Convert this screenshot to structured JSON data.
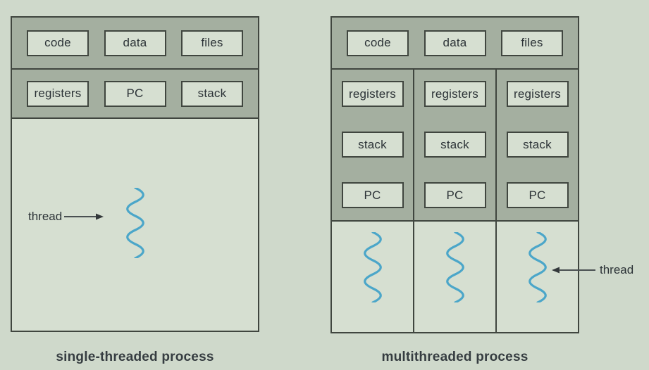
{
  "figure": {
    "left_panel": {
      "shared_row": [
        "code",
        "data",
        "files"
      ],
      "per_thread_row": [
        "registers",
        "PC",
        "stack"
      ],
      "thread_label": "thread",
      "caption": "single-threaded process"
    },
    "right_panel": {
      "shared_row": [
        "code",
        "data",
        "files"
      ],
      "thread_columns": [
        {
          "items": [
            "registers",
            "stack",
            "PC"
          ]
        },
        {
          "items": [
            "registers",
            "stack",
            "PC"
          ]
        },
        {
          "items": [
            "registers",
            "stack",
            "PC"
          ]
        }
      ],
      "thread_label": "thread",
      "caption": "multithreaded process"
    }
  },
  "colors": {
    "page_background": "#cfd9cb",
    "process_band": "#a4afa0",
    "box_fill": "#d6dfd1",
    "border": "#40463f",
    "thread_wave_blue": "#4ba6c9",
    "text": "#2c3337"
  }
}
